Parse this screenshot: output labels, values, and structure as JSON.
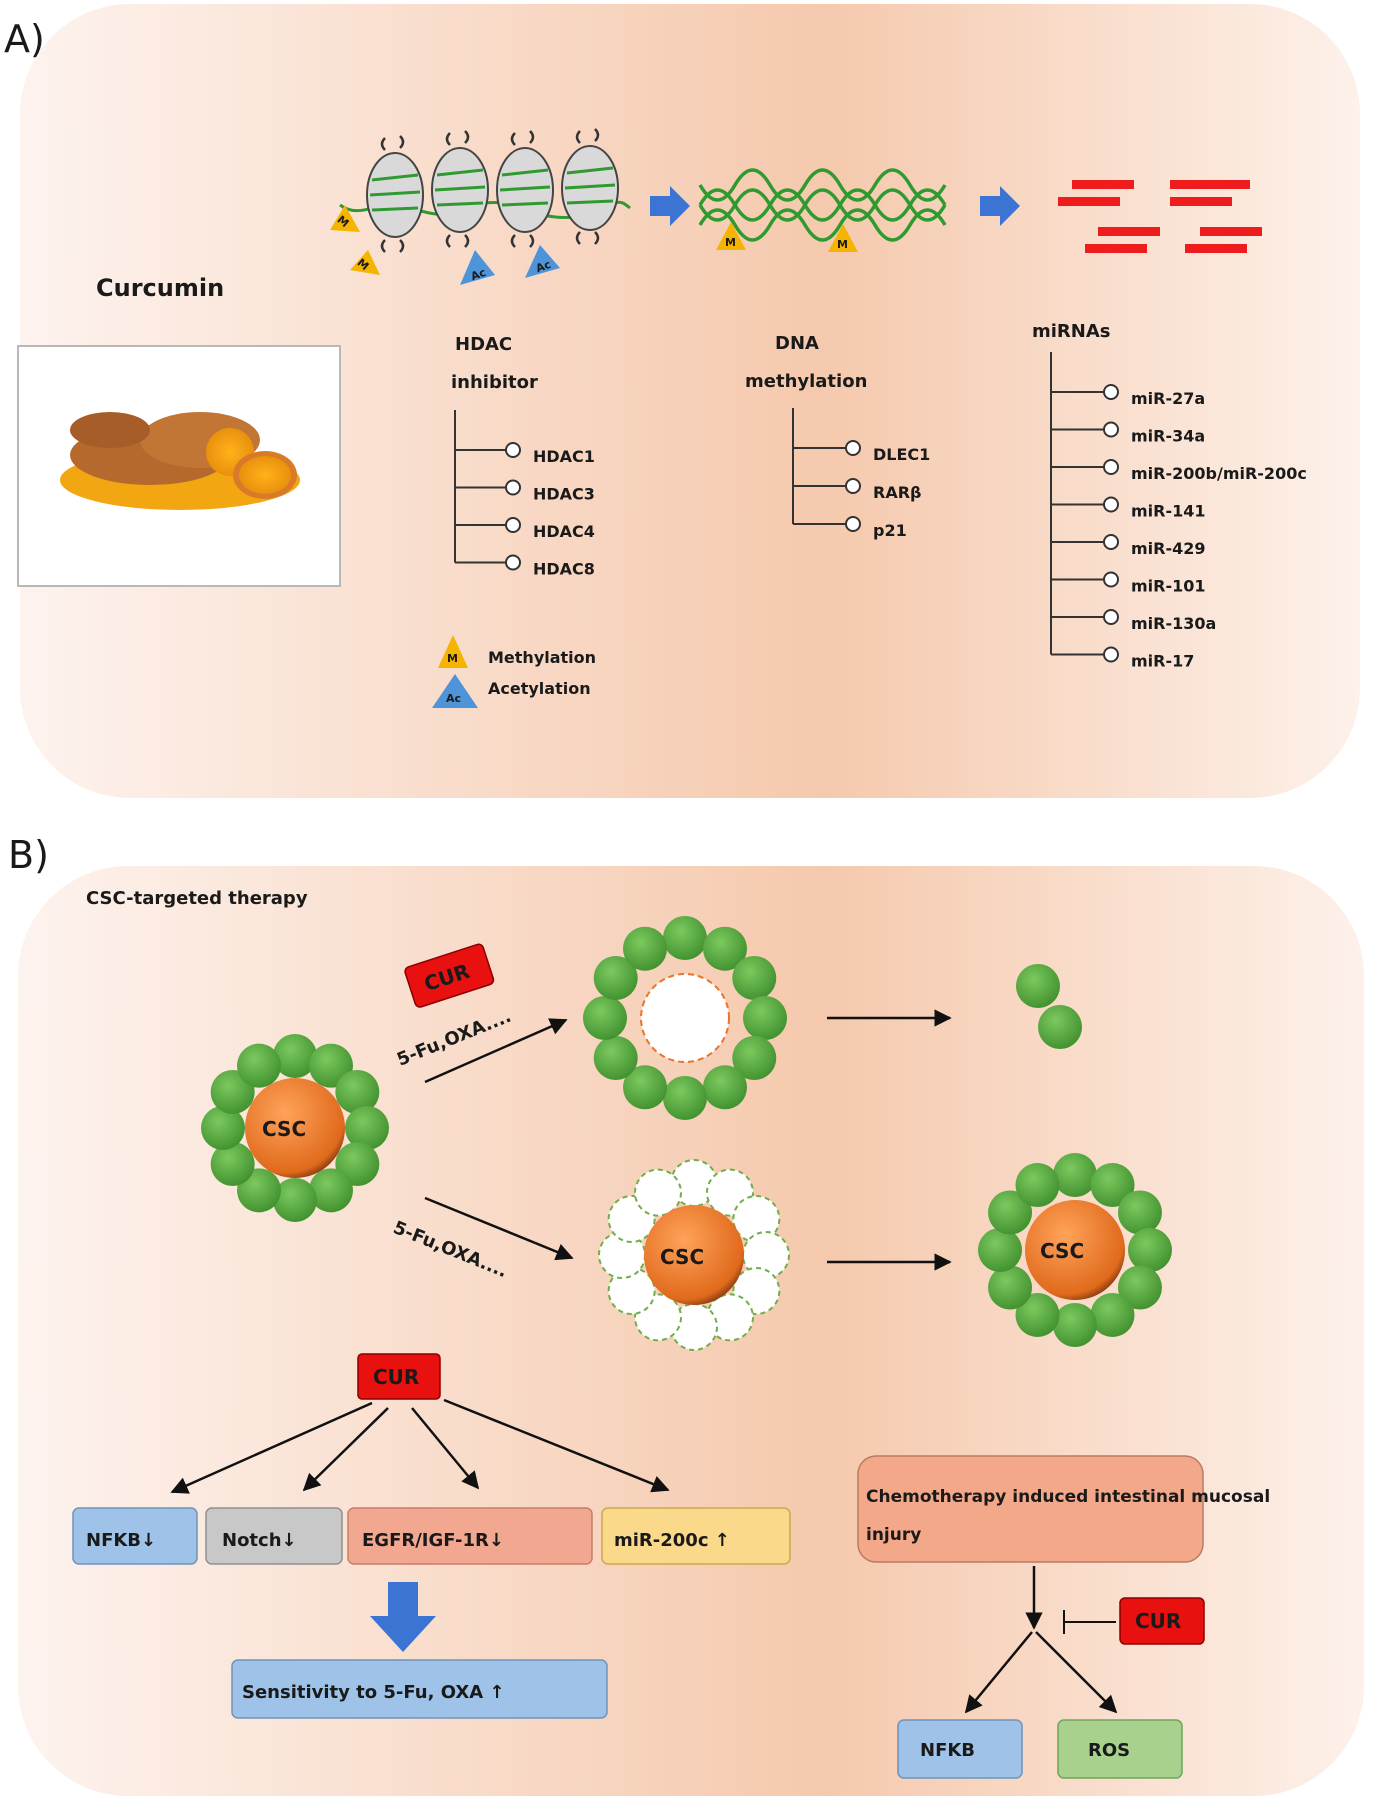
{
  "panel_a": {
    "label": "A)",
    "curcumin_title": "Curcumin",
    "hdac": {
      "title_line1": "HDAC",
      "title_line2": "inhibitor",
      "items": [
        "HDAC1",
        "HDAC3",
        "HDAC4",
        "HDAC8"
      ]
    },
    "dna": {
      "title_line1": "DNA",
      "title_line2": "methylation",
      "items": [
        "DLEC1",
        "RARβ",
        "p21"
      ]
    },
    "mirnas": {
      "title": "miRNAs",
      "items": [
        "miR-27a",
        "miR-34a",
        "miR-200b/miR-200c",
        "miR-141",
        "miR-429",
        "miR-101",
        "miR-130a",
        "miR-17"
      ]
    },
    "marks": {
      "methyl_symbol": "M",
      "acetyl_symbol": "Ac"
    },
    "legend": {
      "methylation": "Methylation",
      "acetylation": "Acetylation"
    }
  },
  "panel_b": {
    "label": "B)",
    "title": "CSC-targeted therapy",
    "cur_label": "CUR",
    "csc_label": "CSC",
    "drugs_label": "5-Fu,OXA....",
    "targets": [
      {
        "label": "NFKB↓",
        "color": "#9ec2e8"
      },
      {
        "label": "Notch↓",
        "color": "#c8c8c8"
      },
      {
        "label": "EGFR/IGF-1R↓",
        "color": "#f2a890"
      },
      {
        "label": "miR-200c ↑",
        "color": "#fbd98a"
      }
    ],
    "sensitivity": "Sensitivity to 5-Fu, OXA ↑",
    "injury_line1": "Chemotherapy induced intestinal mucosal",
    "injury_line2": "injury",
    "nfkb": "NFKB",
    "ros": "ROS"
  },
  "colors": {
    "cell_green": "#5fae45",
    "csc_orange": "#e9742a",
    "cur_red": "#e8110f",
    "cur_text": "#ffd400",
    "arrow_blue": "#3b74d2",
    "methyl_yellow": "#f4b400",
    "acetyl_blue": "#4d94d8",
    "dna_green": "#2f9a2f",
    "mirna_red": "#ee1c1c"
  }
}
